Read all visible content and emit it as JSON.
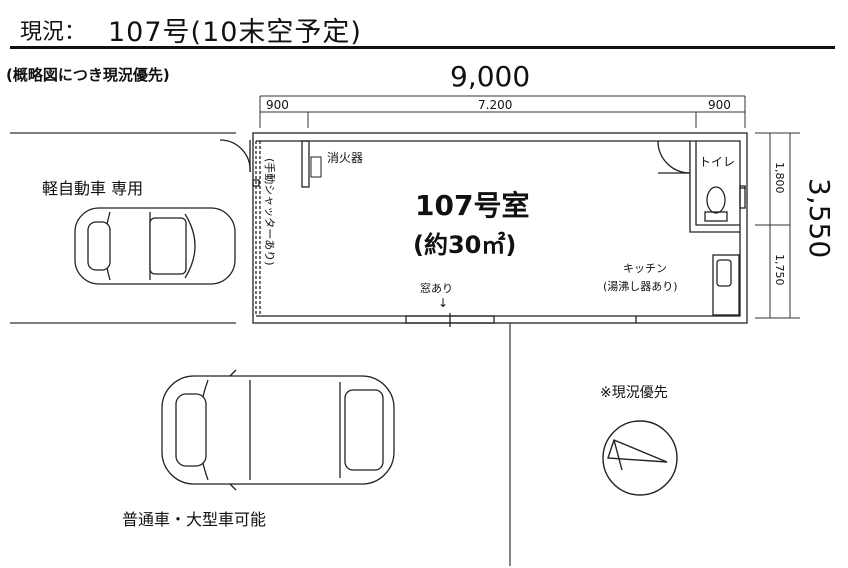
{
  "header": {
    "label": "現況：",
    "value": "107号(10末空予定)",
    "note": "(概略図につき現況優先)"
  },
  "dimensions": {
    "total_width": "9,000",
    "left_segment": "900",
    "middle_segment": "7.200",
    "right_segment": "900",
    "total_depth": "3,550",
    "upper_depth": "1,800",
    "lower_depth": "1,750"
  },
  "room": {
    "name": "107号室",
    "area": "(約30㎡)",
    "fire_extinguisher": "消火器",
    "shutter": "(手動シャッターあり)",
    "window": "窓あり",
    "window_arrow": "↓",
    "toilet": "トイレ",
    "kitchen": "キッチン",
    "kitchen_note": "(湯沸し器あり)"
  },
  "parking": {
    "small_car_label": "軽自動車 専用",
    "large_car_label": "普通車・大型車可能",
    "priority_note": "※現況優先"
  }
}
